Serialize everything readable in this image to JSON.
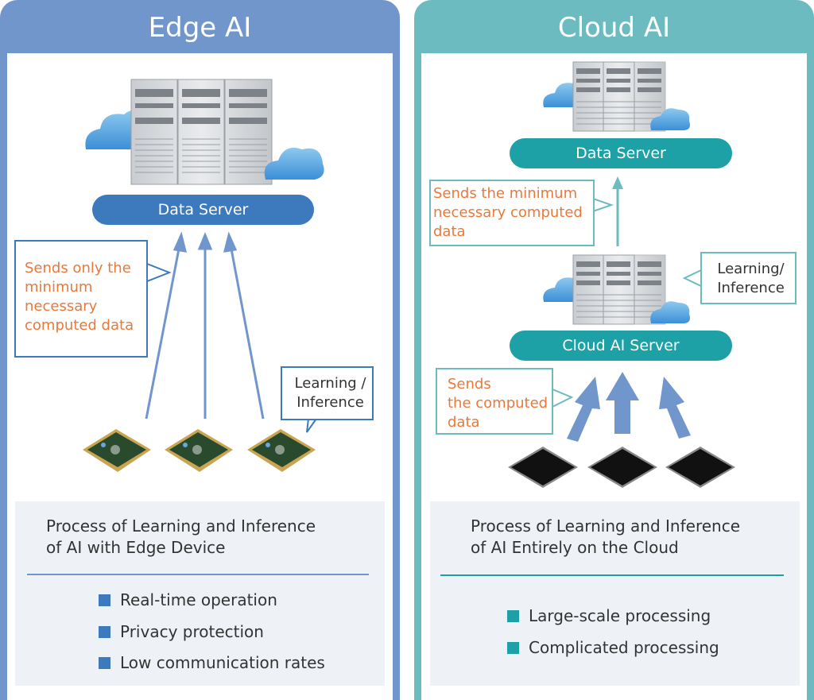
{
  "colors": {
    "edge_accent": "#7196cc",
    "edge_pill": "#3d79bd",
    "edge_callout_border": "#3d79bd",
    "cloud_accent": "#6bbbc1",
    "cloud_pill": "#1ea0a7",
    "cloud_callout_border": "#6bbbc1",
    "callout_text": "#e8793c"
  },
  "edge": {
    "title": "Edge AI",
    "server_label": "Data Server",
    "send_callout": "Sends only the\nminimum\nnecessary\ncomputed data",
    "learn_callout": "Learning /\nInference",
    "summary_title": "Process of Learning and Inference\nof AI with Edge Device",
    "bullets": [
      "Real-time operation",
      "Privacy protection",
      "Low communication rates"
    ]
  },
  "cloud": {
    "title": "Cloud AI",
    "data_server_label": "Data Server",
    "send_min_callout": "Sends the minimum\nnecessary computed\ndata",
    "learn_callout": "Learning/\nInference",
    "ai_server_label": "Cloud AI Server",
    "send_callout": "Sends\nthe computed\ndata",
    "summary_title": "Process of Learning and Inference\nof AI Entirely on the Cloud",
    "bullets": [
      "Large-scale processing",
      "Complicated processing"
    ]
  }
}
